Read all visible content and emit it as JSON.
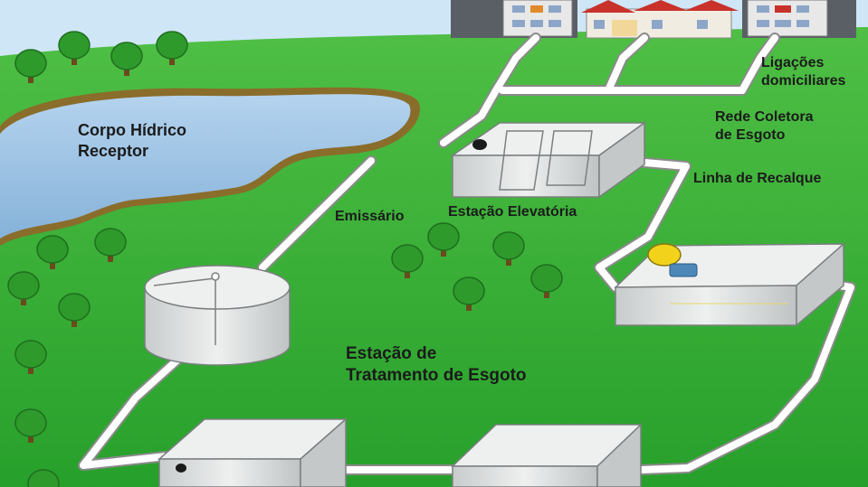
{
  "labels": {
    "corpo_hidrico": [
      "Corpo Hídrico",
      "Receptor"
    ],
    "ligacoes": [
      "Ligações",
      "domiciliares"
    ],
    "rede_coletora": [
      "Rede Coletora",
      "de Esgoto"
    ],
    "linha_recalque": "Linha de Recalque",
    "estacao_elevatoria": "Estação Elevatória",
    "emissario": "Emissário",
    "ete": [
      "Estação de",
      "Tratamento de Esgoto"
    ]
  },
  "colors": {
    "grass": "#2fa532",
    "grass_light": "#55c24a",
    "sky": "#cfe6f7",
    "water": "#9cc2e4",
    "shore": "#8a6d2b",
    "pipe": "#ffffff",
    "tank": "#d9dcdc",
    "tree": "#2e9a2c"
  }
}
